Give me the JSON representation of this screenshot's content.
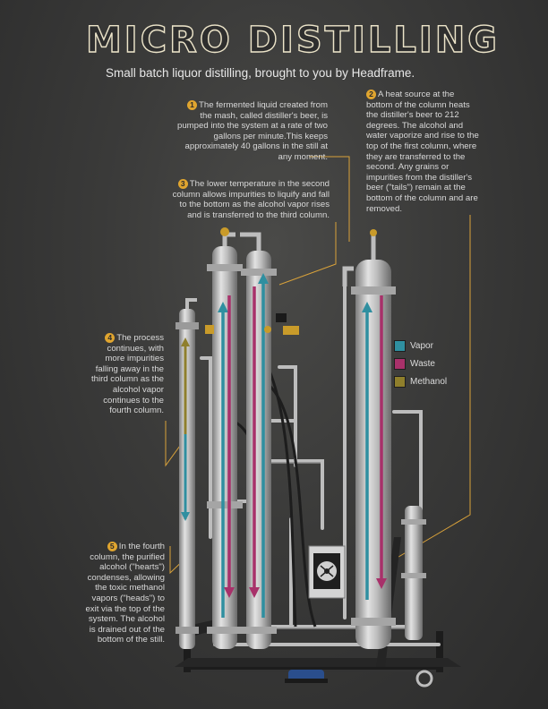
{
  "title": "MICRO DISTILLING",
  "subtitle": "Small batch liquor distilling, brought to you by Headframe.",
  "colors": {
    "accent": "#e0a52f",
    "vapor": "#2f8fa0",
    "waste": "#a8316a",
    "methanol": "#8f7f2c",
    "background": "#3a3a39"
  },
  "steps": [
    {
      "number": "1",
      "text": "The fermented liquid created from the mash, called distiller's beer, is pumped into the system at a rate of two gallons per minute.This keeps approximately 40 gallons in the still at any moment."
    },
    {
      "number": "2",
      "text": "A heat source at the bottom of the column heats the distiller's beer to 212 degrees. The alcohol and water vaporize and rise to the top of the first column, where they are transferred to the second. Any grains or impurities from the distiller's beer (\"tails\") remain at the bottom of the column and are removed."
    },
    {
      "number": "3",
      "text": "The lower temperature in the second column allows impurities to liquify and fall to the bottom as the alcohol vapor rises and is transferred to the third column."
    },
    {
      "number": "4",
      "text": "The process continues, with more impurities falling away in the third column as the alcohol vapor continues to the fourth column."
    },
    {
      "number": "5",
      "text": "In the fourth column, the purified alcohol (\"hearts\") condenses, allowing the toxic methanol vapors (\"heads\") to exit via the top of the system. The alcohol is drained out of the bottom of the still."
    }
  ],
  "legend": [
    {
      "label": "Vapor",
      "color": "#2f8fa0"
    },
    {
      "label": "Waste",
      "color": "#a8316a"
    },
    {
      "label": "Methanol",
      "color": "#8f7f2c"
    }
  ]
}
